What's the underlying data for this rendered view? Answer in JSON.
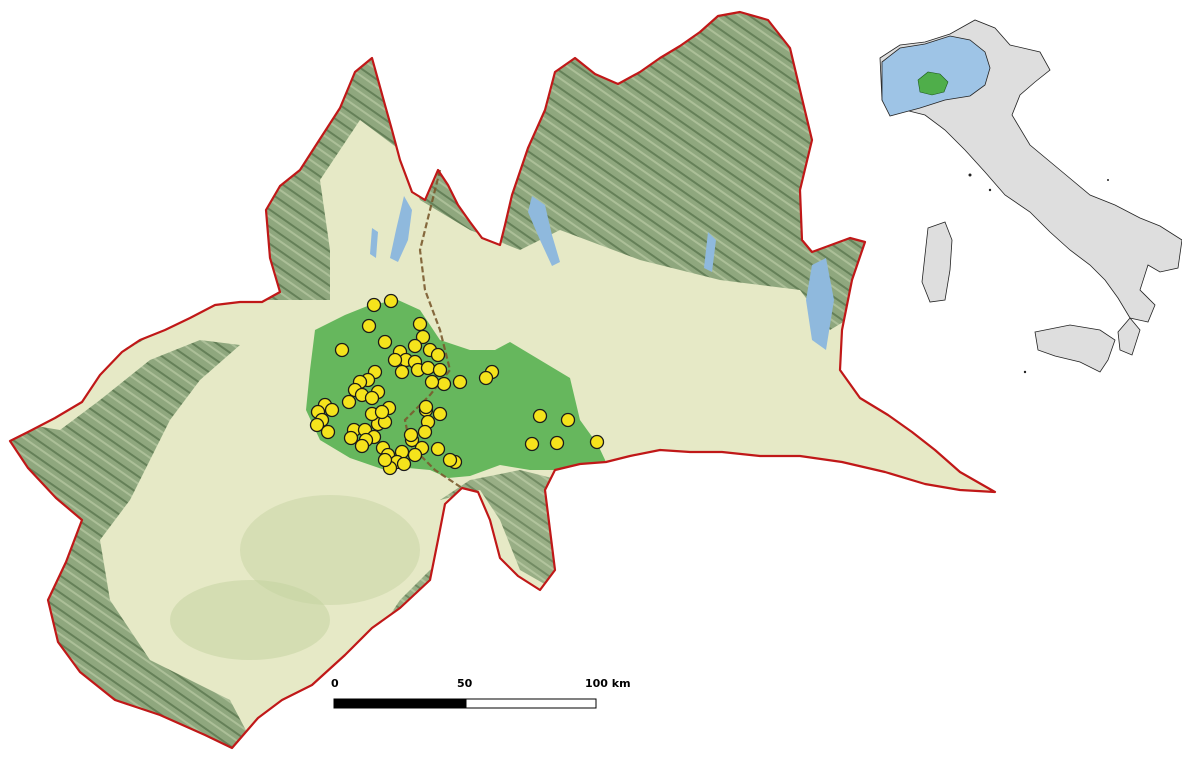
{
  "colors": {
    "background": "#ffffff",
    "region_fill": "#e6e9c6",
    "mountain_fill": "#7f9c70",
    "region_border": "#c01818",
    "study_area": "#4fae4a",
    "internal_border": "#7a5a2e",
    "lake": "#8fb9dd",
    "points": "#f5e31c",
    "inset_italy": "#dedede",
    "inset_highlight": "#9ec4e6",
    "inset_study": "#4fae4a"
  },
  "scale_bar": {
    "labels": [
      "0",
      "50",
      "100 km"
    ]
  },
  "points": {
    "count": 78
  }
}
